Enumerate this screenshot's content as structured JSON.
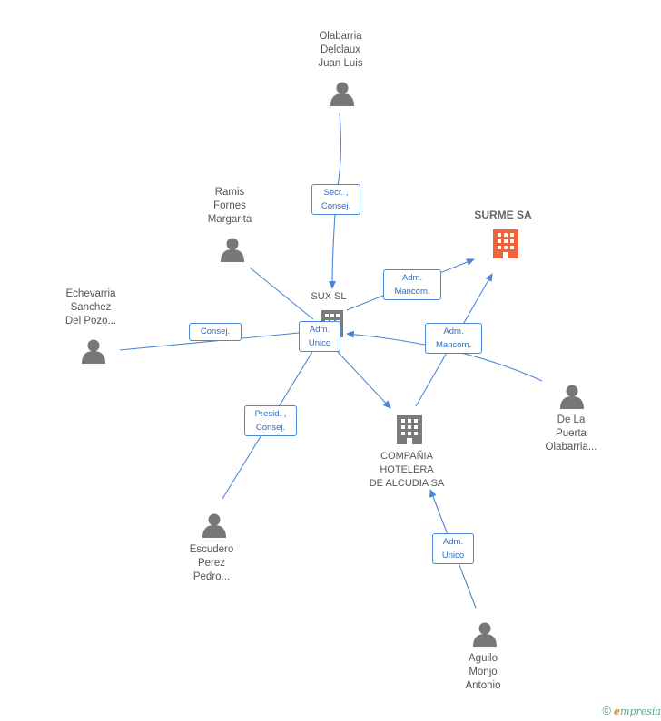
{
  "nodes": {
    "olabarria": {
      "label": "Olabarria\nDelclaux\nJuan Luis"
    },
    "ramis": {
      "label": "Ramis\nFornes\nMargarita"
    },
    "echevarria": {
      "label": "Echevarria\nSanchez\nDel Pozo..."
    },
    "surme": {
      "label": "SURME SA"
    },
    "sux": {
      "label": "SUX SL"
    },
    "delapuerta": {
      "label": "De La\nPuerta\nOlabarria..."
    },
    "compania": {
      "label": "COMPAÑIA\nHOTELERA\nDE ALCUDIA SA"
    },
    "escudero": {
      "label": "Escudero\nPerez\nPedro..."
    },
    "aguilo": {
      "label": "Aguilo\nMonjo\nAntonio"
    }
  },
  "relations": {
    "secr_consej": "Secr. ,\nConsej.",
    "adm_mancom_1": "Adm.\nMancom.",
    "adm_mancom_2": "Adm.\nMancom.",
    "consej": "Consej.",
    "adm_unico_1": "Adm.\nUnico",
    "presid_consej": "Presid. ,\nConsej.",
    "adm_unico_2": "Adm.\nUnico"
  },
  "colors": {
    "edge": "#4a86d4",
    "person_icon": "#777777",
    "company_icon": "#7a7a7a",
    "main_company_icon": "#f0643c"
  },
  "icons": {
    "person": "person-icon",
    "company": "building-icon"
  },
  "footer": {
    "copyright": "©",
    "brand_initial": "e",
    "brand_rest": "mpresia"
  }
}
